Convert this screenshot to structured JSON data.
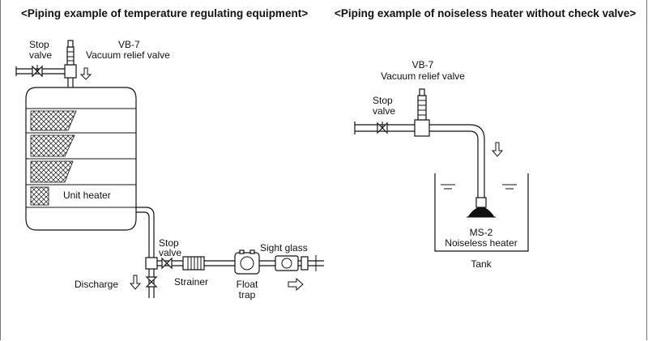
{
  "left": {
    "title": "<Piping example of temperature regulating equipment>",
    "stop_valve_top": [
      "Stop",
      "valve"
    ],
    "vb7_name": "VB-7",
    "vb7_desc": "Vacuum relief valve",
    "unit_heater": "Unit heater",
    "stop_valve_bottom": [
      "Stop",
      "valve"
    ],
    "sight_glass": "Sight glass",
    "discharge": "Discharge",
    "strainer": "Strainer",
    "float_trap": [
      "Float",
      "trap"
    ]
  },
  "right": {
    "title": "<Piping example of noiseless heater without check valve>",
    "vb7_name": "VB-7",
    "vb7_desc": "Vacuum relief valve",
    "stop_valve": [
      "Stop",
      "valve"
    ],
    "ms2_name": "MS-2",
    "ms2_desc": "Noiseless heater",
    "tank": "Tank"
  },
  "colors": {
    "line": "#111111",
    "background": "#ffffff"
  },
  "icons": [
    "down-arrow-icon",
    "right-arrow-icon",
    "valve-icon"
  ]
}
